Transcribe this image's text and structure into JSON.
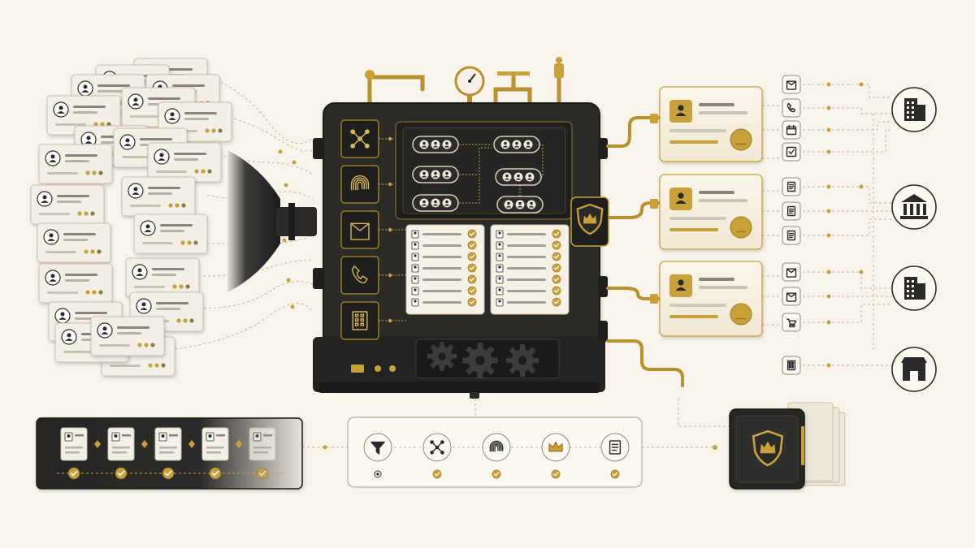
{
  "diagram": {
    "theme": {
      "background": "#f8f4ec",
      "machine": "#2a2a28",
      "machine_dark": "#1c1c1a",
      "gold": "#c9a13b",
      "gold_dark": "#9c7a26",
      "card": "#f2ece0",
      "card_border": "#c7bda9",
      "line": "#b8a98a"
    },
    "stages": [
      "input-records",
      "matching-machine",
      "golden-records",
      "linked-entities",
      "pipeline-steps"
    ],
    "machine_icons": [
      "network-icon",
      "fingerprint-icon",
      "mail-icon",
      "phone-icon",
      "building-icon"
    ],
    "output_icons": [
      [
        "mail-icon",
        "phone-icon",
        "calendar-icon",
        "checklist-icon"
      ],
      [
        "document-icon",
        "document-icon",
        "list-icon"
      ],
      [
        "mail-icon",
        "email-box-icon",
        "cart-icon"
      ],
      [
        "building-icon"
      ]
    ],
    "entity_icons": [
      "office-building-icon",
      "bank-icon",
      "office-building-icon",
      "storefront-icon"
    ],
    "pipeline_icons": [
      "filter-icon",
      "network-icon",
      "fingerprint-icon",
      "crown-icon",
      "list-icon"
    ],
    "record_strip_count": 5,
    "input_card_count": 22
  }
}
